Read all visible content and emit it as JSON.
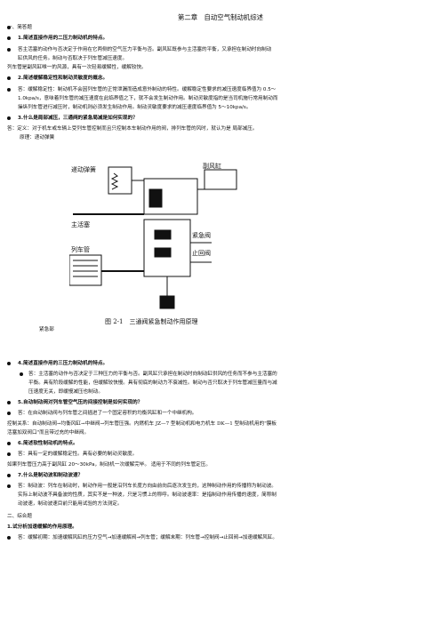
{
  "title": "第二章　自动空气制动机综述",
  "lines": [
    "一、简答题",
    "1.简述直接作用的二压力制动机的特点。",
    "答主活塞的动作与否决定于作用在它两侧的空气压力平衡与否。副风缸既参与主活塞的平衡，又承担在制动时向制动",
    "缸供风的任务。制动与否取决于列车管减压速度。",
    "列车管是副风缸唯一的风源，具有一次轻易缓解性，缓解较快。",
    "2.简述缓解稳定性和制动灵敏度的概念。",
    "答：缓解稳定性：制动机不会因列车管的正常泄漏而造成意外制动的特性。缓解稳定性要求的减压速度临界值为 0.5～",
    "1.0kpa/s，意味着列车管的减压速度在此临界值之下，就不会发生制动作用。制动灵敏度指的是当司机施行常用制动而",
    "操纵列车管进行减压时，制动机则必须发生制动作用。制动灵敏度要求的减压速度临界值为 5～10kpa/s。",
    "3.什么是局部减压，三通阀的紧急局减是如何实现的？",
    "答：定义：对于机车或车辆上受列车管控制而且只控制本车制动作用的阀，排列车管的风时，就认为是 局部减压。",
    "原理：递动弹簧",
    "紧急部",
    "4.简述直接作用的三压力制动机的特点。",
    "答：主活塞的动作与否决定于三种压力的平衡与否。副风缸只承担在制动时向制动缸供风的任务而不参与主活塞的",
    "平衡。具有阶段缓解的性能，但缓解较快慢。具有彻底的制动力不衰减性。制动与否只取决于列车管减压量而与减",
    "压速度无关，即缓慢减压也制动。",
    "5.自动制动阀对列车管空气压的间接控制是如何实现的？",
    "答：在自动制动阀与列车管之间插进了一个固定容积的均衡风缸和一个中继机构。",
    "控制关系：自动制动阀→均衡风缸→中继阀→列车管压强。内燃机车 JZ—7 型制动机和电力机车 DK—1 型制动机用的\"膜板",
    "活塞加双阀口\"而且带过充的中继阀。",
    "6.简述软性制动机的特点。",
    "答：具有一定的缓解稳定性。具有必要的制动灵敏度。",
    "如果列车管压力高于副风缸 20～30kPa，制动机一次缓解完毕。 适用于不同的列车管定压。",
    "7.什么是制动波和制动波速？",
    "答：制动波：列车在制动时，制动作用一般是沿列车长度方向由前向后逐次发生的，这种制动作用的传播称为制动波。",
    "实际上制动波不具备波的性质，其实不是一种波，只是习惯上的称呼。制动波速率：是指制动作用传播的速度，简称制",
    "动波速，制动波速目前只能用试验的方法测定。",
    "二、综合题",
    "1.试分析加速缓解的作用原理。",
    "答：缓解初期：加速缓解风缸的压力空气→加速缓解阀→列车管；缓解末期：列车管→控制阀→止回阀→加速缓解风缸。"
  ],
  "figure": {
    "labels": [
      "递动弹簧",
      "副风缸",
      "主活塞",
      "紧急阀",
      "止回阀",
      "列车管",
      "紧急部"
    ],
    "caption": "图 2-1　三通阀紧急制动作用原理"
  }
}
